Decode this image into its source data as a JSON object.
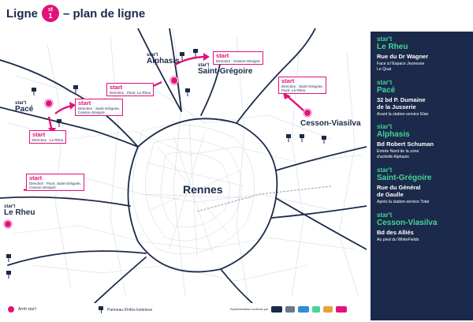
{
  "header": {
    "word_ligne": "Ligne",
    "badge_line1": "st",
    "badge_line2": "1",
    "subtitle": "– plan de ligne"
  },
  "map": {
    "center_city": "Rennes",
    "cities": [
      {
        "key": "pace",
        "brand": "star't",
        "name": "Pacé"
      },
      {
        "key": "alphasis",
        "brand": "star't",
        "name": "Alphasis"
      },
      {
        "key": "saintgregoire",
        "brand": "star't",
        "name": "Saint-Grégoire"
      },
      {
        "key": "cesson",
        "brand": "",
        "name": "Cesson-Viasilva"
      },
      {
        "key": "lerheu",
        "brand": "star't",
        "name": "Le Rheu"
      }
    ],
    "stop_boxes": [
      {
        "brand": "start",
        "direction": "Direction : Cesson-Sévigné"
      },
      {
        "brand": "start",
        "direction": "Direction : Pacé, Le Rheu"
      },
      {
        "brand": "start",
        "direction": "Direction : Saint-Grégoire,\nCesson-Sévigné"
      },
      {
        "brand": "start",
        "direction": "Direction : Le Rheu"
      },
      {
        "brand": "start",
        "direction": "Direction : Saint-Grégoire,\nPacé, Le Rheu"
      },
      {
        "brand": "start",
        "direction": "Direction : Pacé, Saint-Grégoire,\nCesson-Sévigné"
      }
    ]
  },
  "sidebar": {
    "sections": [
      {
        "brand": "star't",
        "city": "Le Rheu",
        "street": "Rue du Dr Wagner",
        "note": "Face à l'Espace Jeunesse\nLe Quai"
      },
      {
        "brand": "star't",
        "city": "Pacé",
        "street": "32 bd P. Dumaine\nde la Jusserie",
        "note": "Avant la station-service Elan"
      },
      {
        "brand": "star't",
        "city": "Alphasis",
        "street": "Bd Robert Schuman",
        "note": "Entrée Nord de la zone\nd'activité Alphasis"
      },
      {
        "brand": "star't",
        "city": "Saint-Grégoire",
        "street": "Rue du Général\nde Gaulle",
        "note": "Après la station-service Total"
      },
      {
        "brand": "star't",
        "city": "Cesson-Viasilva",
        "street": "Bd des Alliés",
        "note": "Au pied du WhiteFields"
      }
    ]
  },
  "legend": {
    "stop_label": "Arrêt star't",
    "panel_label": "Panneau d'infos lumineux",
    "partners_label": "Expérimentation soutenue par"
  },
  "colors": {
    "navy": "#1b2a4a",
    "pink": "#e2127a",
    "green": "#46d49a",
    "road_gray": "#c9cfdb"
  },
  "icons": [
    "bus-stop-icon",
    "info-panel-icon",
    "arrow-icon"
  ]
}
